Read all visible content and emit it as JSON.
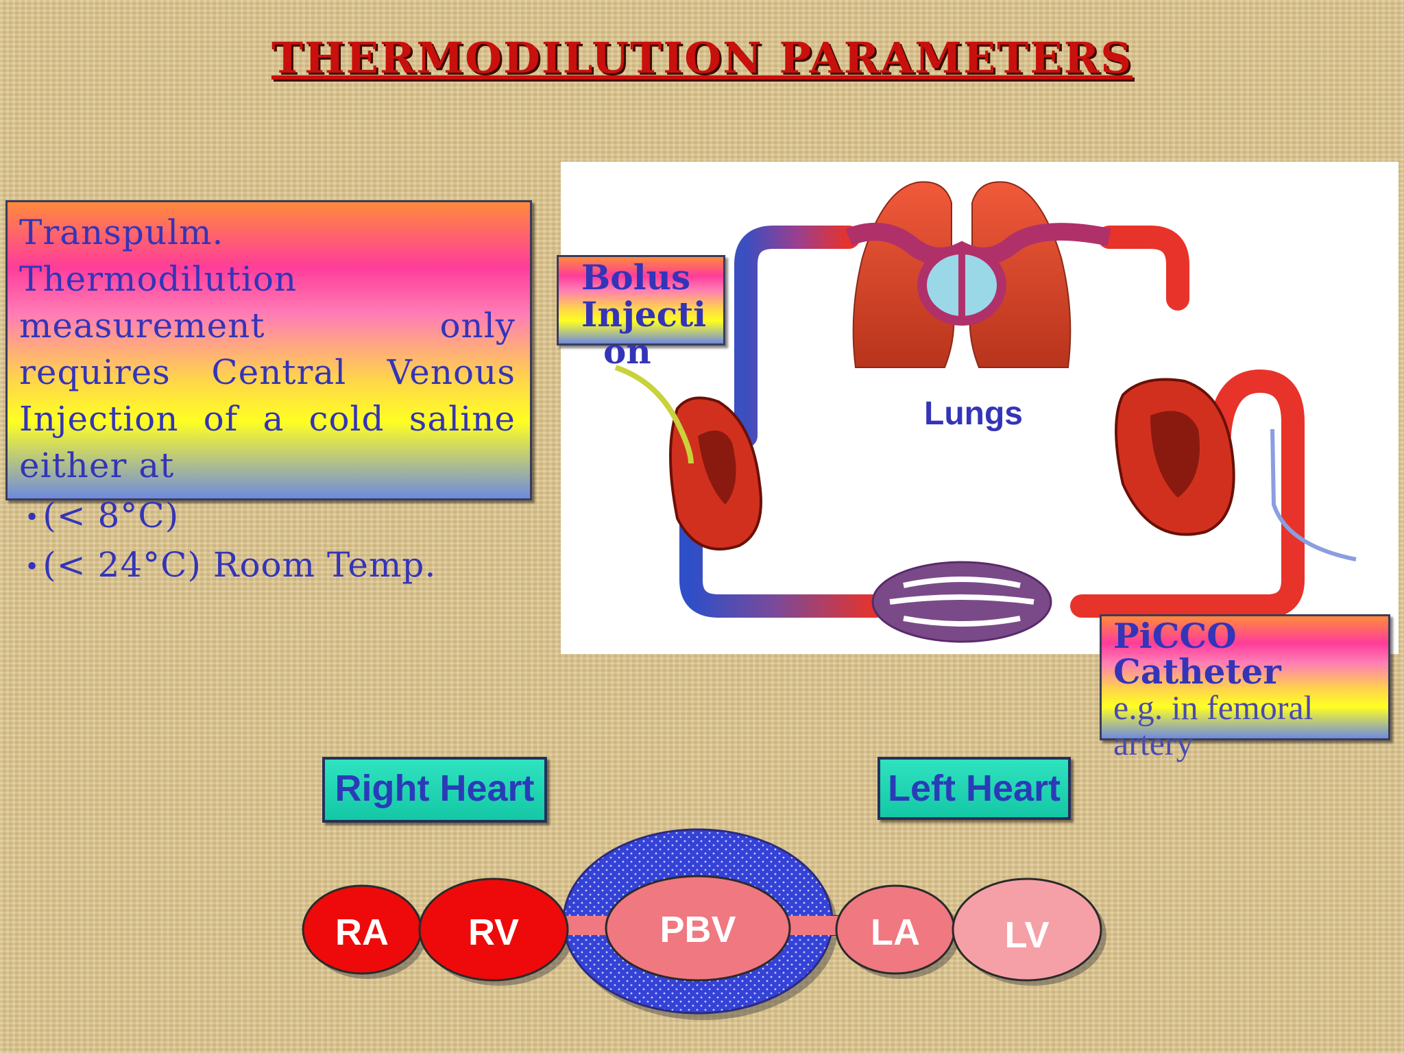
{
  "title": "THERMODILUTION PARAMETERS",
  "main_text": {
    "lines": [
      "Transpulm.",
      "Thermodilution",
      "measurement only",
      "requires Central Venous",
      "Injection of a cold saline",
      "either at"
    ],
    "bullets": [
      "(< 8°C)",
      "(< 24°C) Room Temp."
    ]
  },
  "diagram": {
    "bolus_label": [
      "Bolus",
      "Injecti",
      "on"
    ],
    "lungs_label": "Lungs",
    "picco_label": {
      "title": [
        "PiCCO",
        "Catheter"
      ],
      "sub": [
        "e.g. in femoral",
        "artery"
      ]
    }
  },
  "bottom": {
    "right_heart": "Right Heart",
    "left_heart": "Left Heart",
    "chambers": [
      "RA",
      "RV",
      "PBV",
      "LA",
      "LV"
    ]
  },
  "colors": {
    "title": "#c8100c",
    "text": "#3434b8",
    "venous": "#3b4fc0",
    "arterial": "#e8332a",
    "teal": "#1ed2b0"
  }
}
